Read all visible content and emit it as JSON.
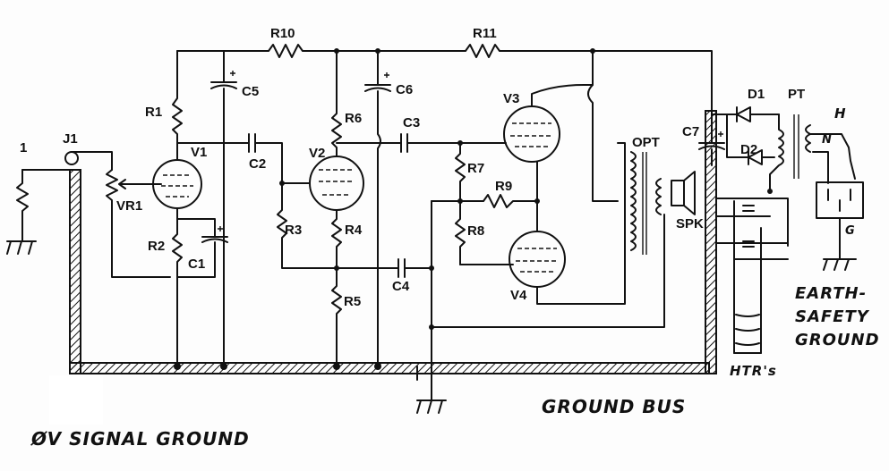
{
  "labels": {
    "input_number": "1",
    "j1": "J1",
    "vr1": "VR1",
    "v1": "V1",
    "r1": "R1",
    "r2": "R2",
    "c1": "C1",
    "c5": "C5",
    "c2": "C2",
    "r10": "R10",
    "r3": "R3",
    "v2": "V2",
    "r6": "R6",
    "r4": "R4",
    "r5": "R5",
    "c6": "C6",
    "c3": "C3",
    "c4": "C4",
    "r11": "R11",
    "r7": "R7",
    "r8": "R8",
    "r9": "R9",
    "v3": "V3",
    "v4": "V4",
    "opt": "OPT",
    "spk": "SPK",
    "c7": "C7",
    "d1": "D1",
    "d2": "D2",
    "pt": "PT",
    "h": "H",
    "n": "N",
    "g": "G",
    "htrs": "HTR's",
    "earth_line1": "EARTH-",
    "earth_line2": "SAFETY",
    "earth_line3": "GROUND",
    "ground_bus": "GROUND BUS",
    "signal_ground": "ØV SIGNAL GROUND"
  }
}
